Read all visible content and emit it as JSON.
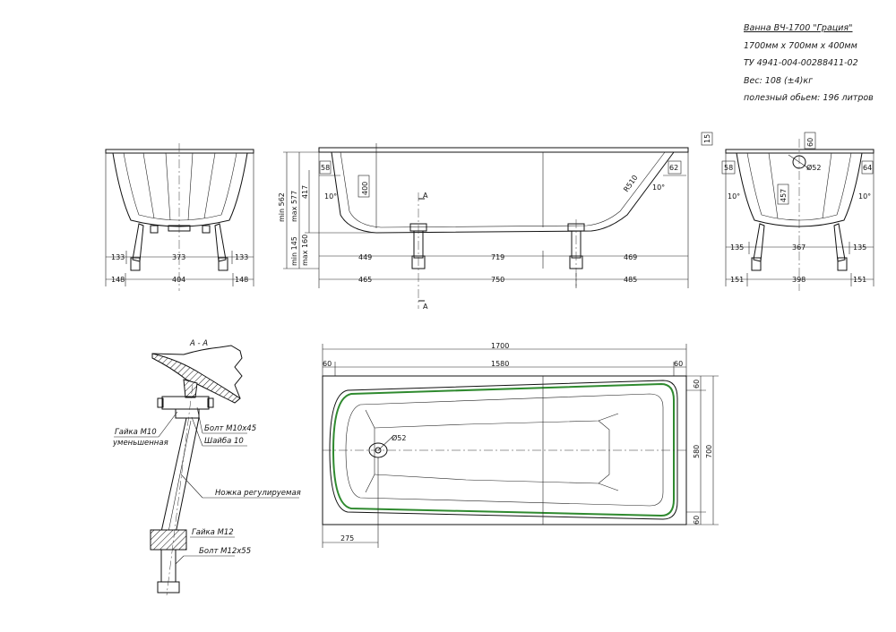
{
  "title_block": {
    "title": "Ванна ВЧ-1700 \"Грация\"",
    "size": "1700мм x 700мм x 400мм",
    "spec": "ТУ 4941-004-00288411-02",
    "weight": "Вес: 108 (±4)кг",
    "volume": "полезный обьем: 196 литров"
  },
  "side_left": {
    "d1": "133",
    "d2": "373",
    "d3": "133",
    "d4": "148",
    "d5": "404",
    "d6": "148"
  },
  "front": {
    "min_h": "min 562",
    "max_h": "max 577",
    "d_417": "417",
    "min2": "min 145",
    "max2": "max 160",
    "d_58": "58",
    "d_62": "62",
    "d_400": "400",
    "d_R510": "R510",
    "ang_l": "10°",
    "ang_r": "10°",
    "d_449": "449",
    "d_719": "719",
    "d_469": "469",
    "d_465": "465",
    "d_750": "750",
    "d_485": "485",
    "sec": "A"
  },
  "side_right": {
    "d_15": "15",
    "d_60": "60",
    "d_52": "Ø52",
    "d_58": "58",
    "d_64": "64",
    "d_457": "457",
    "ang_l": "10°",
    "ang_r": "10°",
    "d_135a": "135",
    "d_367": "367",
    "d_135b": "135",
    "d_151a": "151",
    "d_398": "398",
    "d_151b": "151"
  },
  "section": {
    "title": "А - А",
    "nut_m10": "Гайка М10",
    "nut_m10b": "уменьшенная",
    "bolt_m10": "Болт М10х45",
    "washer": "Шайба 10",
    "leg": "Ножка регулируемая",
    "nut_m12": "Гайка М12",
    "bolt_m12": "Болт М12х55"
  },
  "plan": {
    "d_1700": "1700",
    "d_1580": "1580",
    "d_60a": "60",
    "d_60b": "60",
    "d_60c": "60",
    "d_580": "580",
    "d_700": "700",
    "d_60d": "60",
    "drain": "Ø52",
    "d_275": "275"
  },
  "colors": {
    "line": "#111111",
    "outline": "#2f8a2f"
  }
}
